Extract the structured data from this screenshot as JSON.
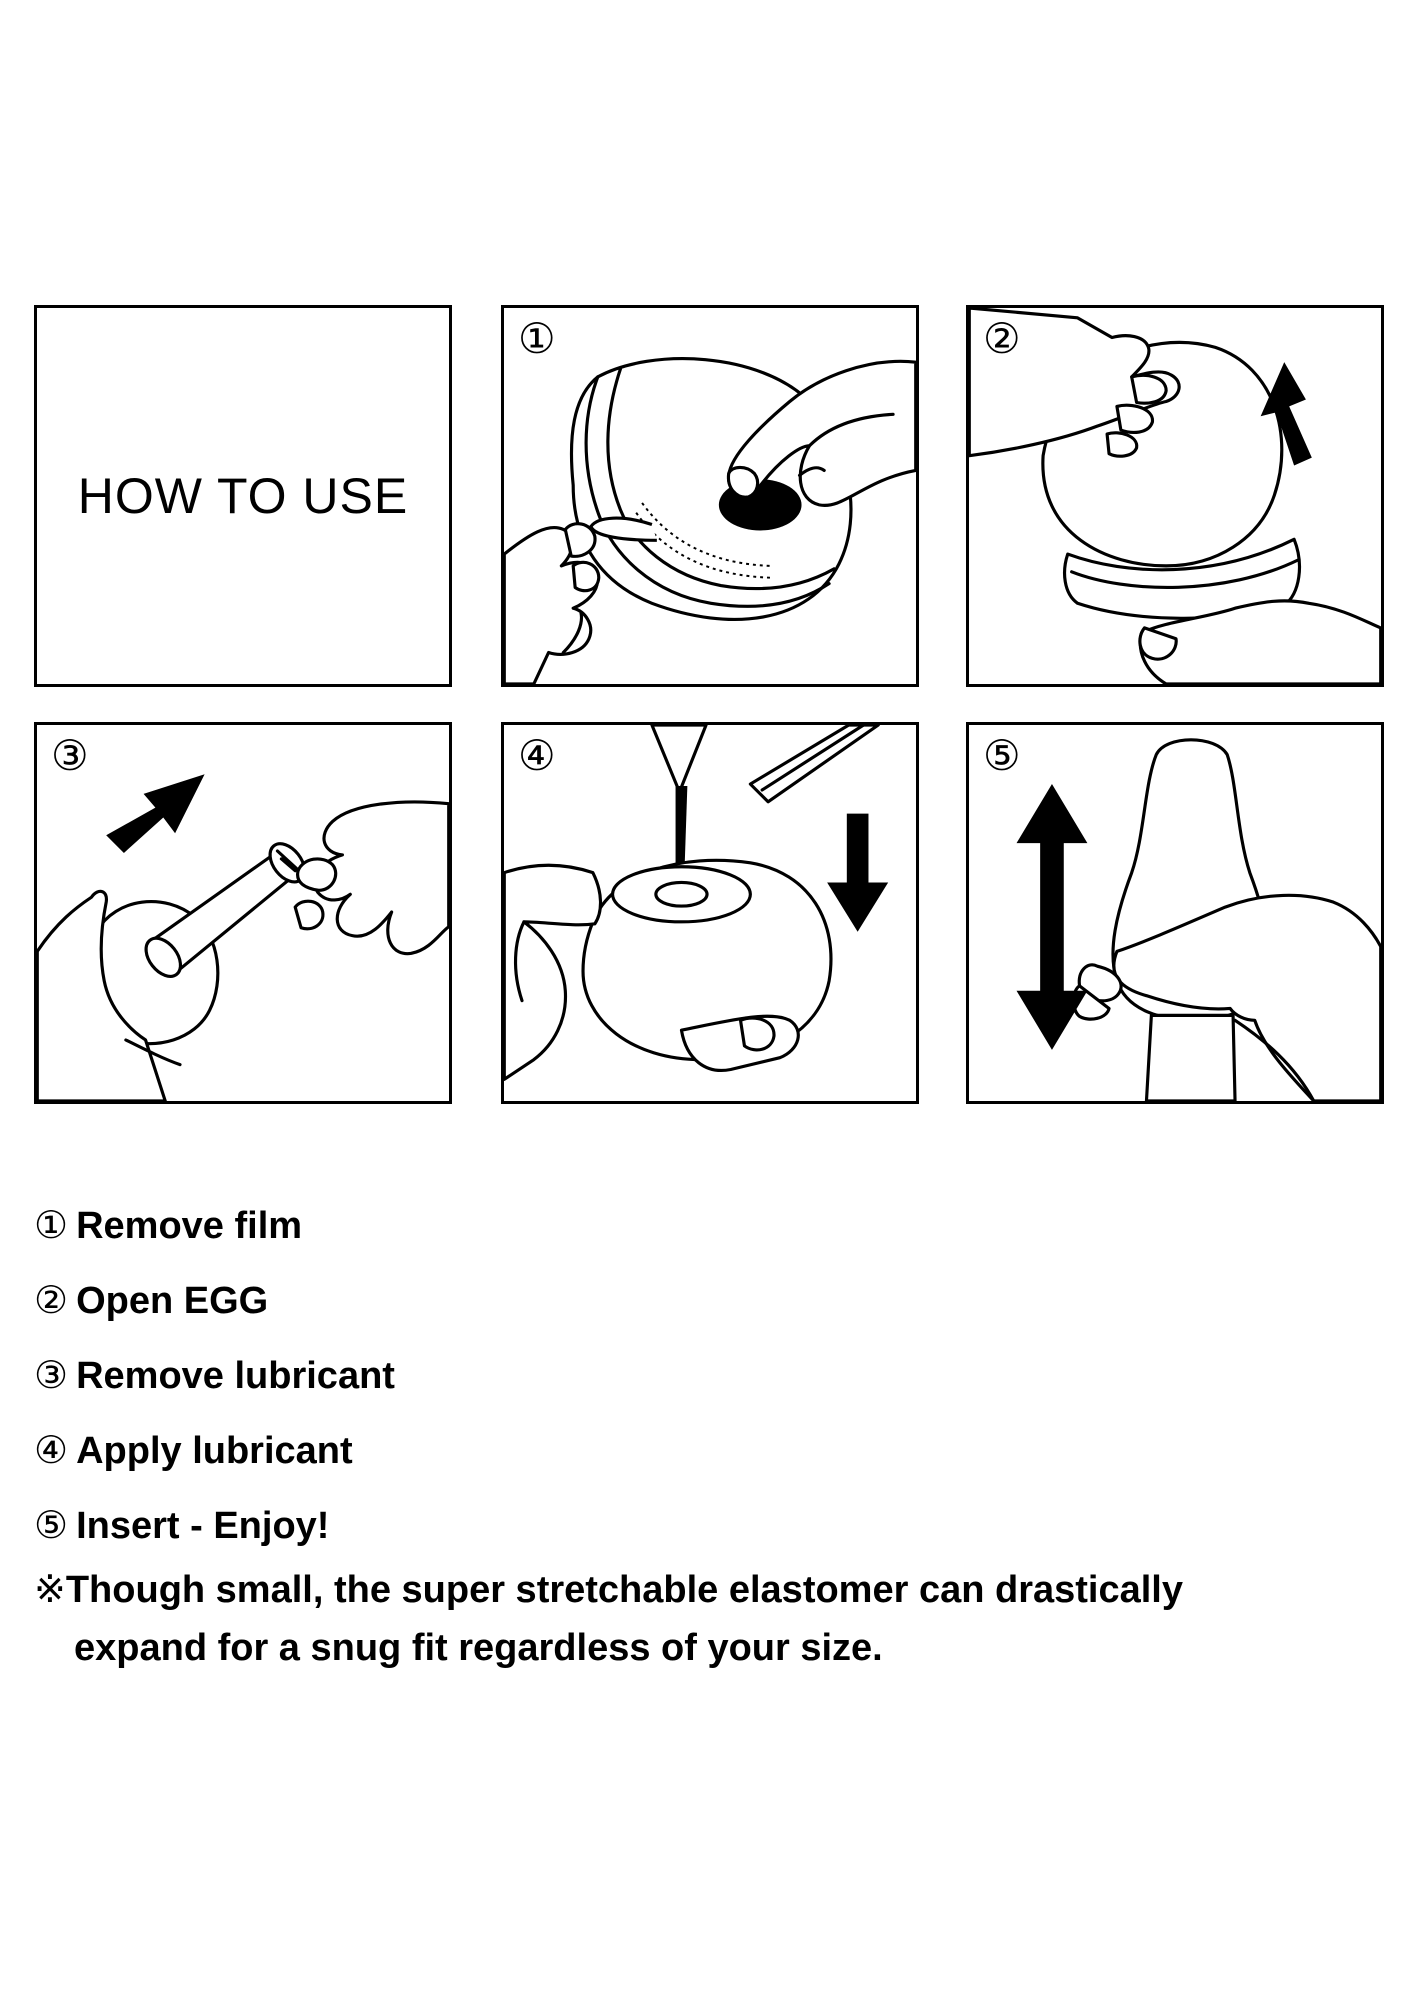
{
  "title": "HOW TO USE",
  "panels": [
    {
      "number": "①",
      "icon": "peel-film-illustration"
    },
    {
      "number": "②",
      "icon": "open-egg-illustration"
    },
    {
      "number": "③",
      "icon": "remove-lubricant-illustration"
    },
    {
      "number": "④",
      "icon": "apply-lubricant-illustration"
    },
    {
      "number": "⑤",
      "icon": "insert-illustration"
    }
  ],
  "steps": [
    {
      "number": "①",
      "label": "Remove film"
    },
    {
      "number": "②",
      "label": "Open EGG"
    },
    {
      "number": "③",
      "label": "Remove lubricant"
    },
    {
      "number": "④",
      "label": "Apply lubricant"
    },
    {
      "number": "⑤",
      "label": "Insert - Enjoy!"
    }
  ],
  "note": {
    "mark": "※",
    "line1": "Though small, the super stretchable elastomer can drastically",
    "line2": "expand for a snug fit regardless of your size."
  },
  "colors": {
    "ink": "#000000",
    "background": "#ffffff"
  }
}
